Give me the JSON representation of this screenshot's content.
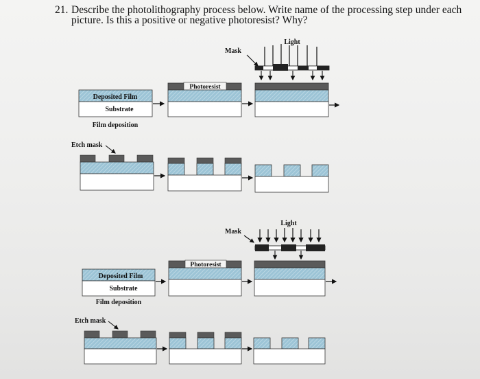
{
  "question": {
    "number": "21.",
    "line1": "Describe the photolithography process below. Write name of the processing step under each",
    "line2": "picture. Is this a positive or negative photoresist? Why?"
  },
  "diagram_top": {
    "light_label": "Light",
    "mask_label": "Mask",
    "photoresist_label": "Photoresist",
    "deposited_film_label": "Deposited Film",
    "substrate_label": "Substrate",
    "film_deposition_label": "Film deposition",
    "etch_mask_label": "Etch mask"
  },
  "diagram_bottom": {
    "light_label": "Light",
    "mask_label": "Mask",
    "photoresist_label": "Photoresist",
    "deposited_film_label": "Deposited Film",
    "substrate_label": "Substrate",
    "film_deposition_label": "Film deposition",
    "etch_mask_label": "Etch mask"
  },
  "colors": {
    "film": "#9cc4d6",
    "resist": "#5a5a5a",
    "substrate": "#ffffff",
    "outline": "#333333"
  }
}
